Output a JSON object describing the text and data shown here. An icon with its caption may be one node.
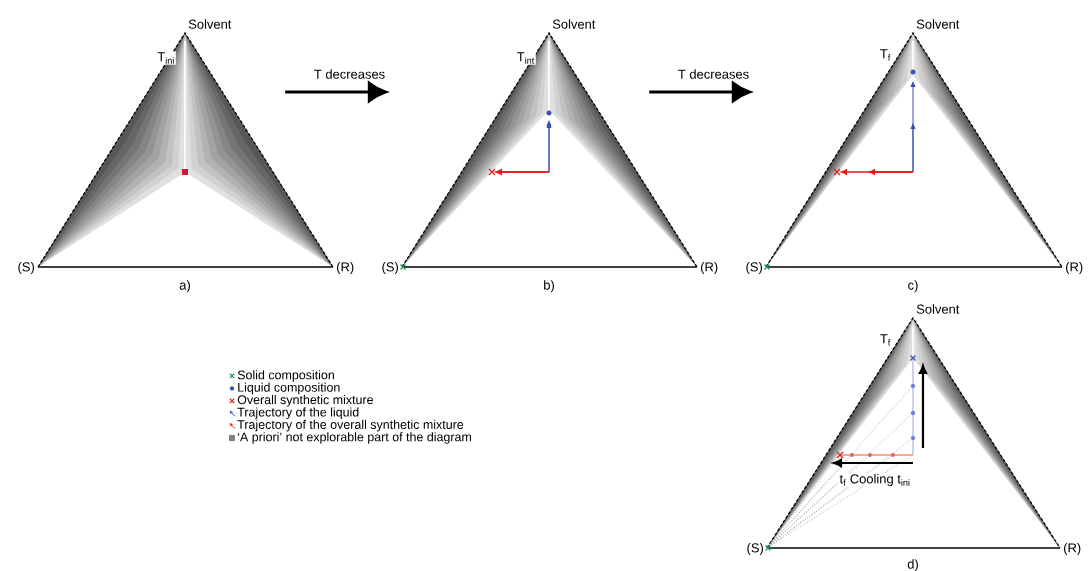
{
  "diagram": {
    "nodes": [
      {
        "text": [
          "T$_{ini}$"
        ],
        "beside": [
          "Solvent",
          "(S)",
          "(R)",
          "a)"
        ]
      },
      {
        "text": [
          "T$_{int}$"
        ],
        "beside": [
          "Solvent",
          "(S)",
          "(R)",
          "b)"
        ]
      },
      {
        "text": [
          "T$_{f}$"
        ],
        "beside": [
          "Solvent",
          "(S)",
          "(R)",
          "c)"
        ]
      },
      {
        "text": [
          "T$_{f}$",
          "t$_{f}$ Cooling t$_{ini}$"
        ],
        "beside": [
          "Solvent",
          "(S)",
          "(R)",
          "d)"
        ]
      }
    ],
    "edges": [
      {
        "from": 0,
        "to": 1,
        "arrow": "to",
        "label": "T decreases"
      },
      {
        "from": 1,
        "to": 2,
        "arrow": "to",
        "label": "T decreases"
      }
    ],
    "legend": [
      {
        "text": "Solid composition"
      },
      {
        "text": "Liquid composition"
      },
      {
        "text": "Overall synthetic mixture"
      },
      {
        "text": "Trajectory of the liquid"
      },
      {
        "text": "Trajectory of the overall synthetic mixture"
      },
      {
        "text": "‘A priori’ not explorable part of the diagram",
        "color": "#808080"
      }
    ]
  }
}
